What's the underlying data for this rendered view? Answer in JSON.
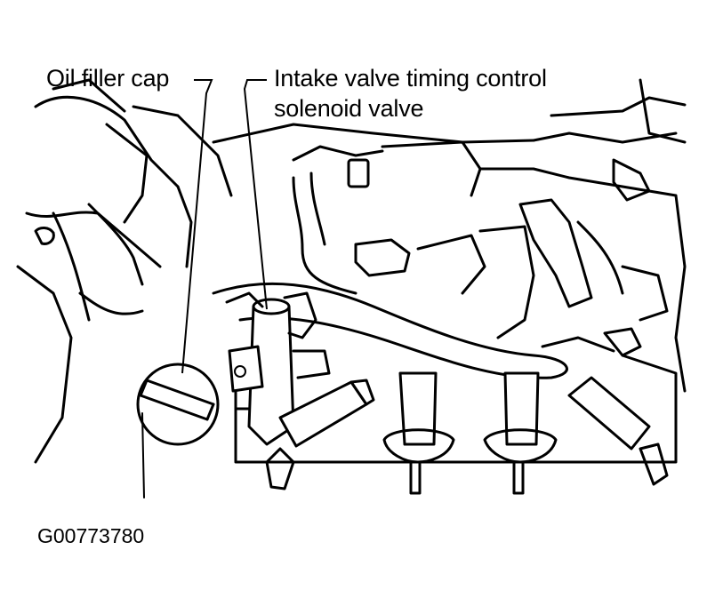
{
  "callouts": {
    "oil_filler_cap": "Oil filler cap",
    "intake_valve_line1": "Intake valve timing control",
    "intake_valve_line2": "solenoid valve"
  },
  "figure_id": "G00773780",
  "colors": {
    "ink": "#000000",
    "paper": "#ffffff"
  }
}
